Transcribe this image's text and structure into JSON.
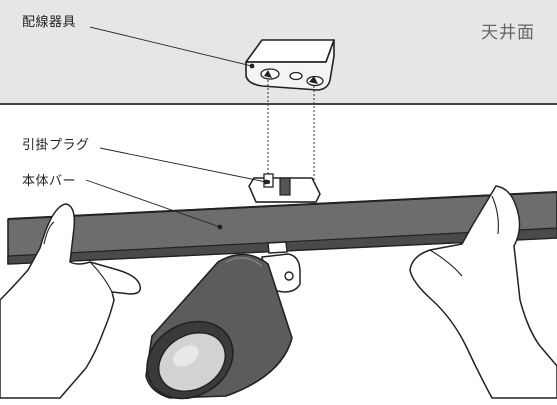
{
  "labels": {
    "ceiling": "天井面",
    "wiring_fixture": "配線器具",
    "pull_plug": "引掛プラグ",
    "body_bar": "本体バー"
  },
  "colors": {
    "ceiling_fill": "#e6e6e6",
    "bar_fill": "#6d6d6d",
    "bar_dark": "#4a4a4a",
    "lamp_fill": "#5c5c5c",
    "lens_fill": "#cfcfcf",
    "outline": "#222222"
  }
}
